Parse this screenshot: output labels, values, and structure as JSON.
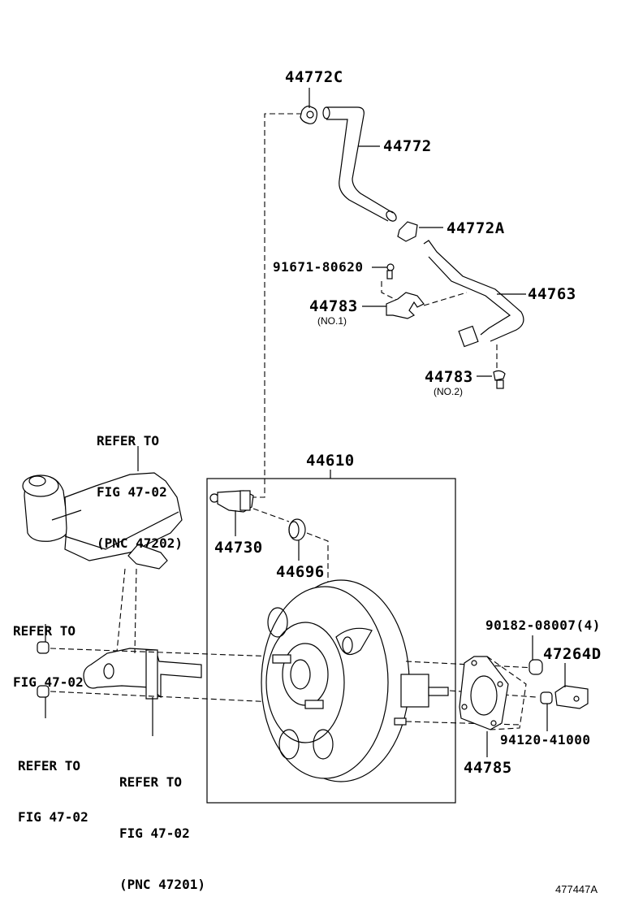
{
  "diagram": {
    "type": "exploded parts diagram",
    "title_code": "477447A",
    "parts": {
      "p44772C": "44772C",
      "p44772": "44772",
      "p44772A": "44772A",
      "p91671": "91671-80620",
      "p44763": "44763",
      "p44783_1": "44783",
      "p44783_1_sub": "(NO.1)",
      "p44783_2": "44783",
      "p44783_2_sub": "(NO.2)",
      "p44610": "44610",
      "p44730": "44730",
      "p44696": "44696",
      "p90182": "90182-08007(4)",
      "p47264D": "47264D",
      "p94120": "94120-41000",
      "p44785": "44785"
    },
    "references": {
      "reservoir": [
        "REFER TO",
        "FIG 47-02",
        "(PNC 47202)"
      ],
      "nut_upper": [
        "REFER TO",
        "FIG 47-02"
      ],
      "nut_lower": [
        "REFER TO",
        "FIG 47-02"
      ],
      "master_cyl": [
        "REFER TO",
        "FIG 47-02",
        "(PNC 47201)"
      ]
    }
  }
}
